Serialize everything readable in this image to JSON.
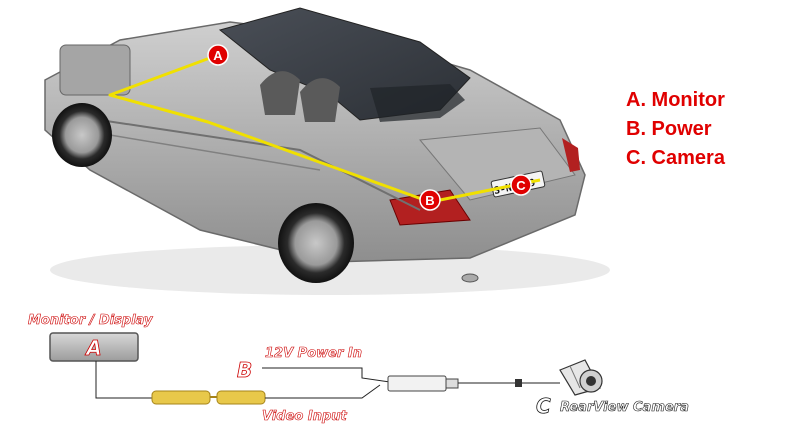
{
  "legend": [
    {
      "text": "A. Monitor"
    },
    {
      "text": "B. Power"
    },
    {
      "text": "C. Camera"
    }
  ],
  "car": {
    "plate_text": "S-NC 29",
    "point_labels": [
      "A",
      "B",
      "C"
    ]
  },
  "wiring": {
    "monitor_caption": "Monitor / Display",
    "monitor_letter": "A",
    "power_letter": "B",
    "power_label": "12V Power In",
    "video_label": "Video Input",
    "camera_letter": "C",
    "camera_label": "RearView Camera"
  },
  "colors": {
    "accent_red": "#e00000",
    "wire_yellow": "#f0e000",
    "connector_gold": "#e8c84a"
  }
}
